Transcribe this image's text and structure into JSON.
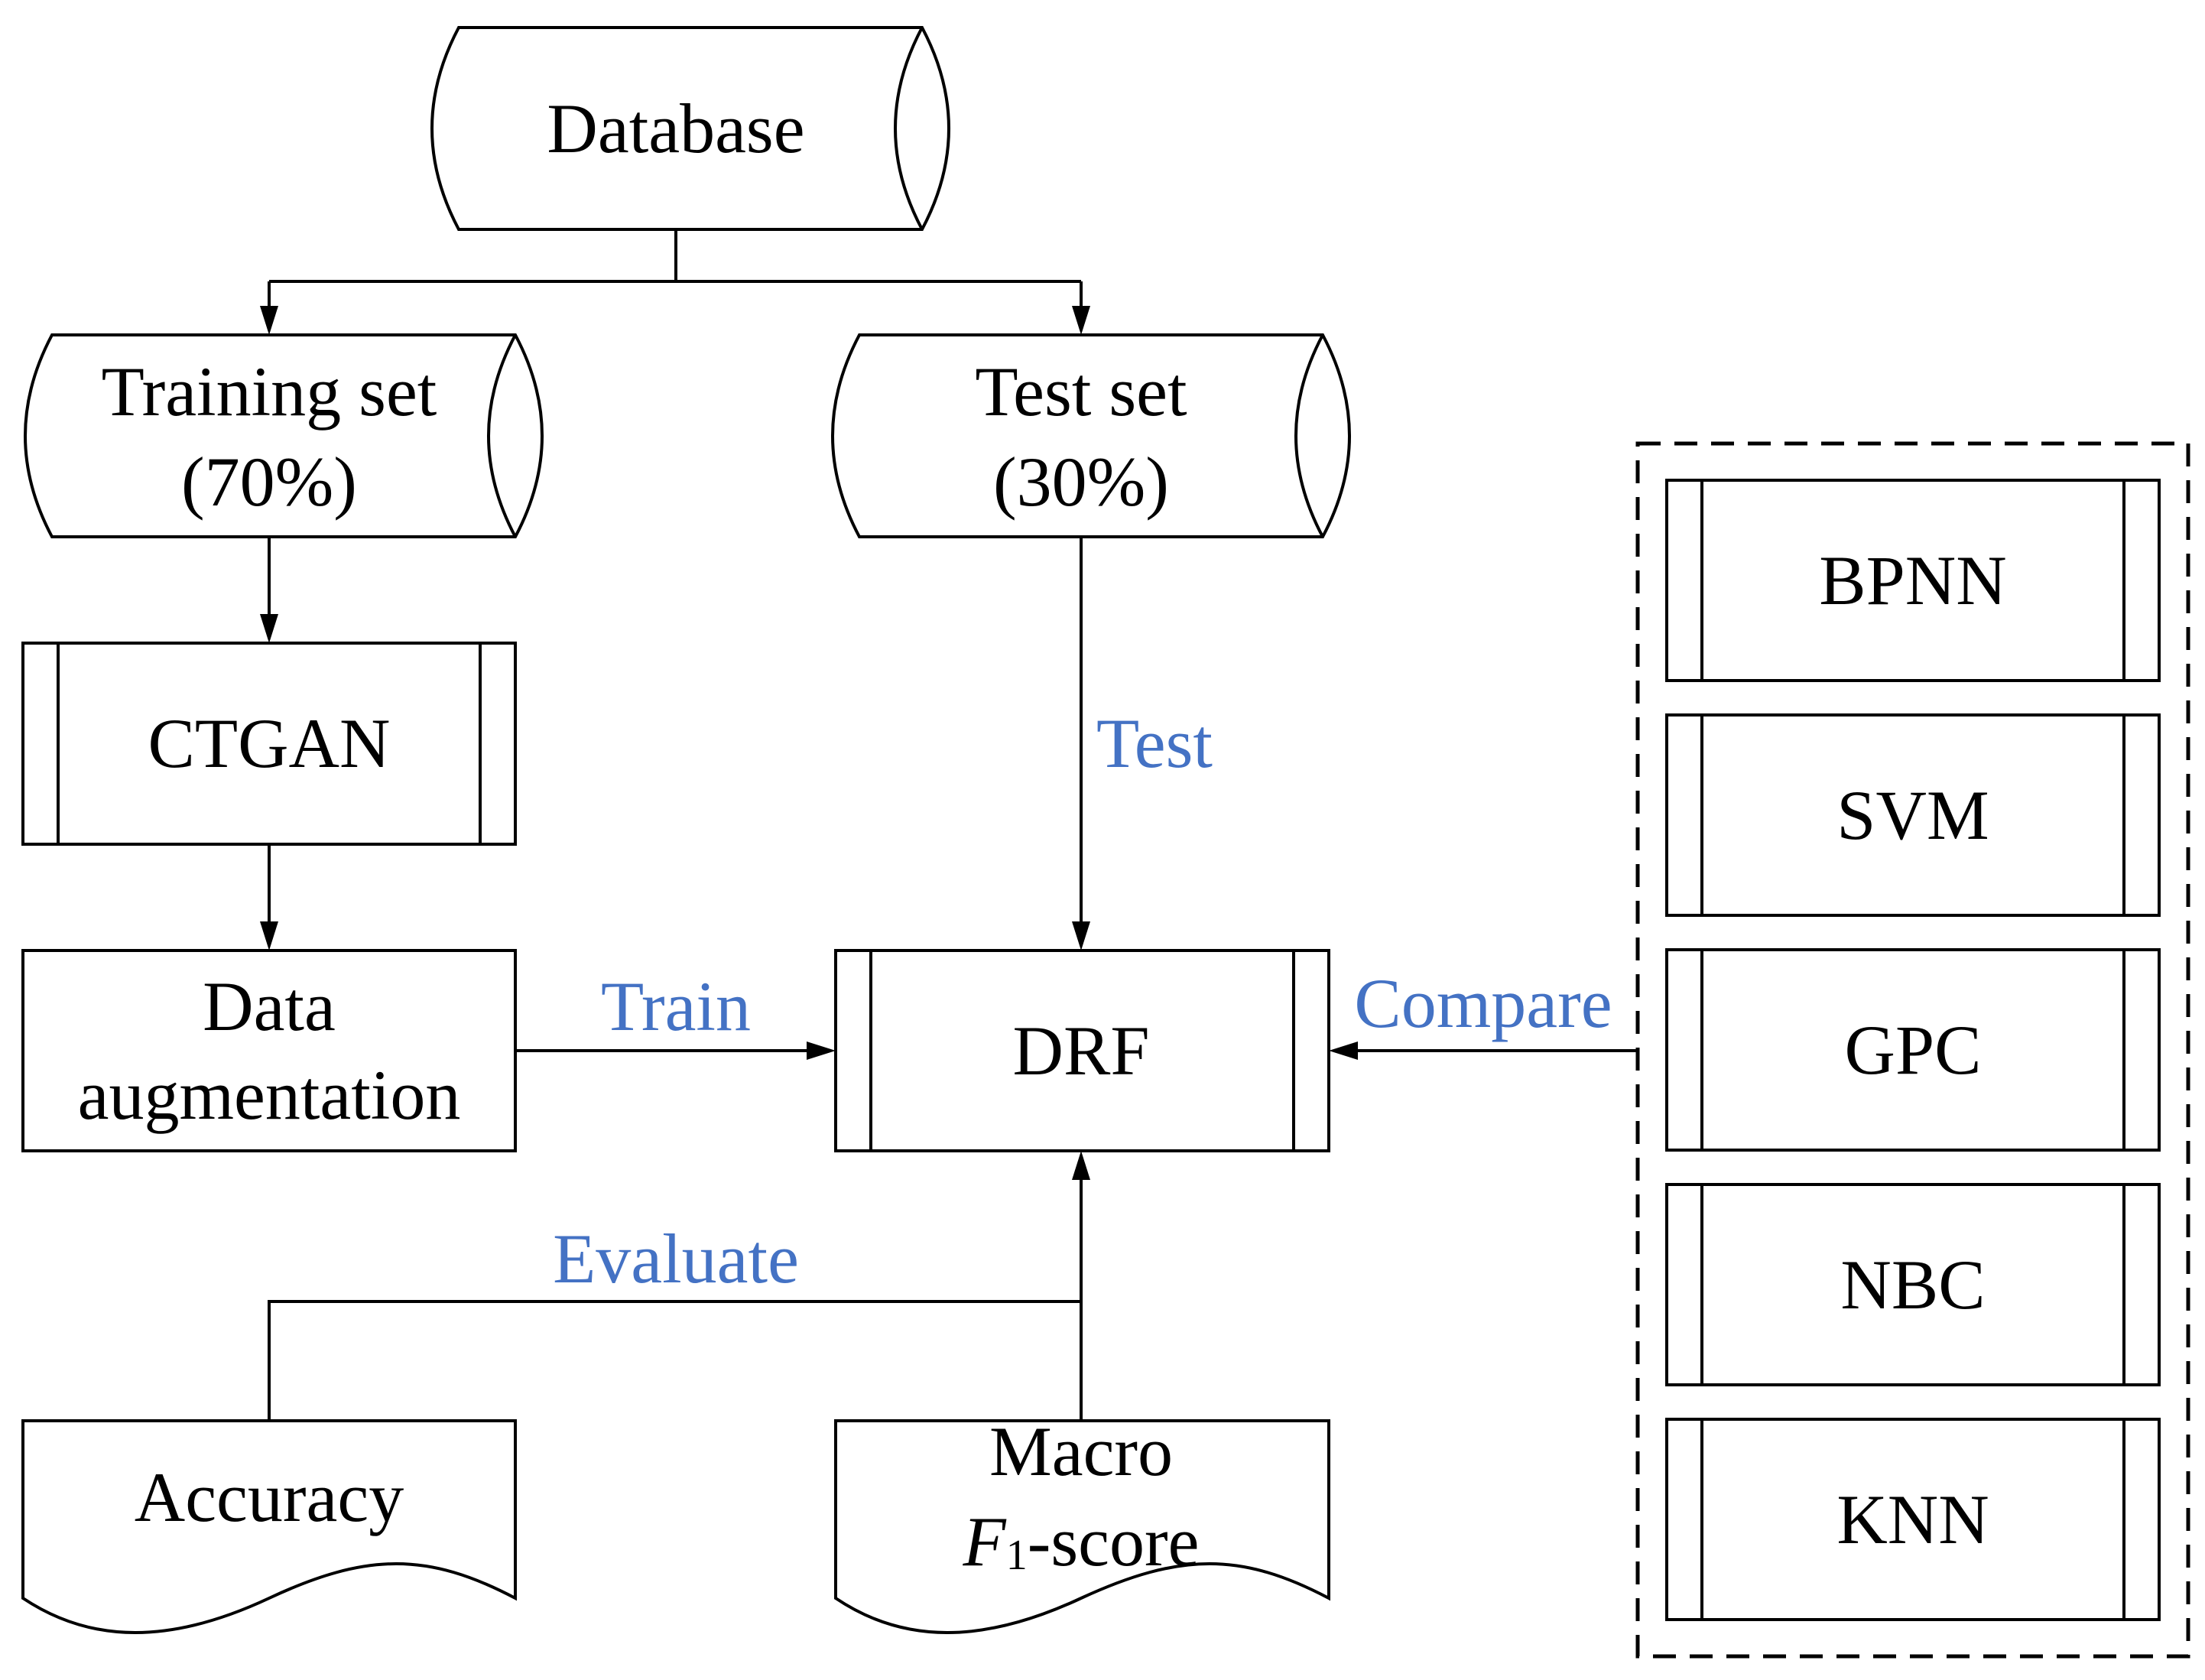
{
  "colors": {
    "stroke": "#000000",
    "edge_label": "#4472C4"
  },
  "nodes": {
    "database": {
      "label": "Database"
    },
    "training_set": {
      "line1": "Training set",
      "line2": "(70%)"
    },
    "test_set": {
      "line1": "Test set",
      "line2": "(30%)"
    },
    "ctgan": {
      "label": "CTGAN"
    },
    "data_augmentation": {
      "line1": "Data",
      "line2": "augmentation"
    },
    "drf": {
      "label": "DRF"
    },
    "accuracy": {
      "label": "Accuracy"
    },
    "macro_f1": {
      "line1": "Macro",
      "f": "F",
      "sub": "1",
      "rest": "-score"
    }
  },
  "comparison_models": [
    "BPNN",
    "SVM",
    "GPC",
    "NBC",
    "KNN"
  ],
  "edges": {
    "train": "Train",
    "test": "Test",
    "compare": "Compare",
    "evaluate": "Evaluate"
  }
}
